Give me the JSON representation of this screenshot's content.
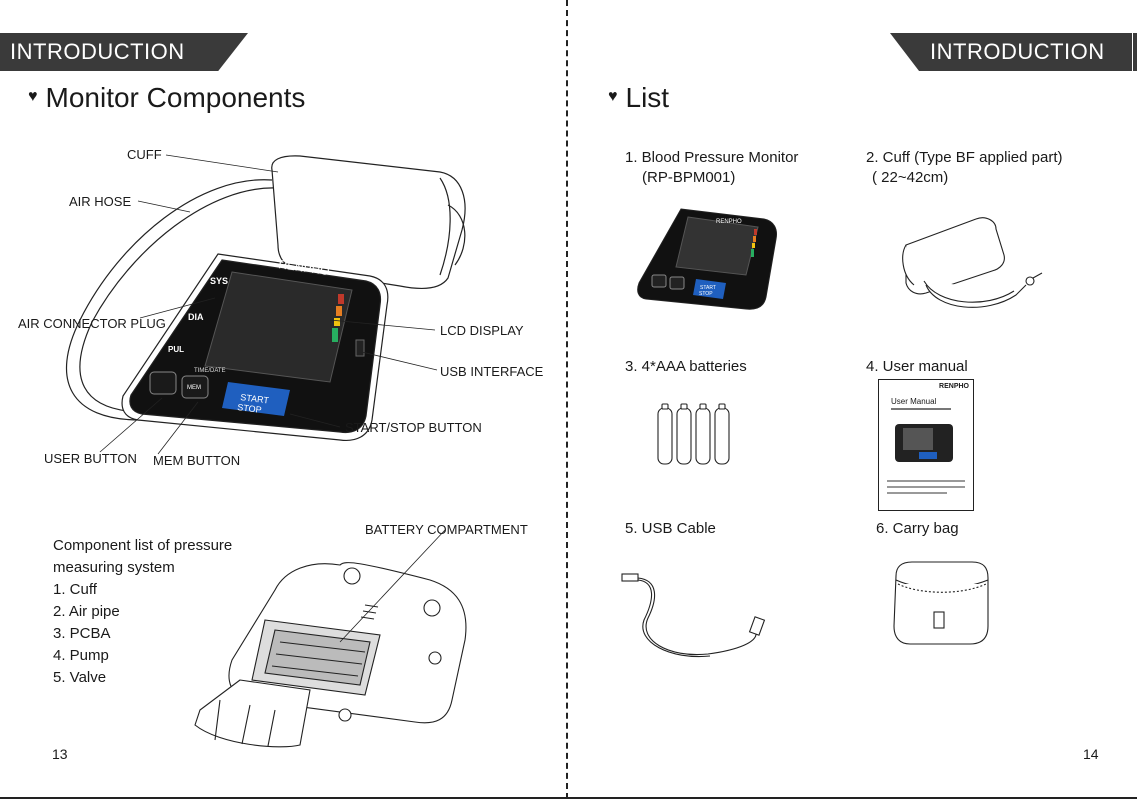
{
  "left_page": {
    "banner": "INTRODUCTION",
    "heading": "Monitor Components",
    "monitor": {
      "brand": "RENPHO",
      "sys": "SYS",
      "dia": "DIA",
      "pul": "PUL",
      "time_date": "TIME/DATE",
      "mem_label": "MEM",
      "start": "START",
      "stop": "STOP"
    },
    "callouts": {
      "cuff": "CUFF",
      "air_hose": "AIR HOSE",
      "air_connector_plug": "AIR CONNECTOR PLUG",
      "lcd_display": "LCD DISPLAY",
      "usb_interface": "USB INTERFACE",
      "start_stop_button": "START/STOP BUTTON",
      "user_button": "USER BUTTON",
      "mem_button": "MEM BUTTON",
      "battery_compartment": "BATTERY COMPARTMENT"
    },
    "component_list": {
      "title_line1": "Component list of pressure",
      "title_line2": "measuring system",
      "items": [
        "1. Cuff",
        "2. Air pipe",
        "3. PCBA",
        "4. Pump",
        "5. Valve"
      ]
    },
    "page_number": "13"
  },
  "right_page": {
    "banner": "INTRODUCTION",
    "heading": "List",
    "items": [
      {
        "line1": "1. Blood Pressure Monitor",
        "line2": "(RP-BPM001)"
      },
      {
        "line1": "2. Cuff (Type BF applied part)",
        "line2": "( 22~42cm)"
      },
      {
        "line1": "3. 4*AAA batteries"
      },
      {
        "line1": "4. User manual"
      },
      {
        "line1": "5. USB Cable"
      },
      {
        "line1": "6. Carry bag"
      }
    ],
    "manual": {
      "brand": "RENPHO",
      "title": "User Manual"
    },
    "page_number": "14"
  },
  "icons": {
    "bullet": "heart-icon"
  }
}
